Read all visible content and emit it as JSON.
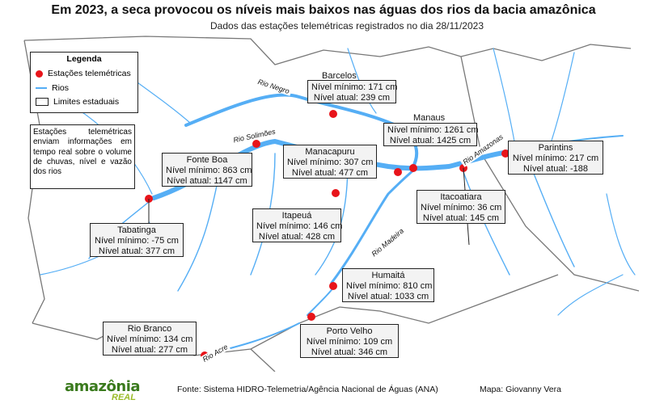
{
  "title": "Em 2023, a seca provocou os níveis mais baixos nas águas dos rios da bacia amazônica",
  "subtitle": "Dados das estações telemétricas registrados no dia 28/11/2023",
  "legend": {
    "title": "Legenda",
    "items": [
      {
        "icon": "red-dot",
        "label": "Estações telemétricas"
      },
      {
        "icon": "river-line",
        "label": "Rios"
      },
      {
        "icon": "boundary-box",
        "label": "Limites estaduais"
      }
    ]
  },
  "info_text": "Estações telemétricas enviam informações em tempo real sobre o volume de chuvas, nível e vazão dos rios",
  "rivers": [
    "Rio Negro",
    "Rio Solimões",
    "Rio Amazonas",
    "Rio Madeira",
    "Rio Acre"
  ],
  "stations": [
    {
      "name": "Barcelos",
      "min": "Nível mínimo: 171 cm",
      "atual": "Nível atual: 239 cm"
    },
    {
      "name": "Manaus",
      "min": "Nível mínimo: 1261 cm",
      "atual": "Nível atual: 1425 cm"
    },
    {
      "name": "Parintins",
      "min": "Nível mínimo: 217 cm",
      "atual": "Nível atual: -188"
    },
    {
      "name": "Manacapuru",
      "min": "Nível mínimo: 307 cm",
      "atual": "Nível atual: 477 cm"
    },
    {
      "name": "Fonte Boa",
      "min": "Nível mínimo: 863 cm",
      "atual": "Nível atual: 1147 cm"
    },
    {
      "name": "Itacoatiara",
      "min": "Nível mínimo: 36 cm",
      "atual": "Nível atual: 145 cm"
    },
    {
      "name": "Itapeuá",
      "min": "Nível mínimo: 146 cm",
      "atual": "Nível atual: 428 cm"
    },
    {
      "name": "Tabatinga",
      "min": "Nível mínimo: -75 cm",
      "atual": "Nível atual: 377 cm"
    },
    {
      "name": "Humaitá",
      "min": "Nível mínimo: 810 cm",
      "atual": "Nível atual: 1033 cm"
    },
    {
      "name": "Porto Velho",
      "min": "Nível mínimo: 109 cm",
      "atual": "Nível atual: 346 cm"
    },
    {
      "name": "Rio Branco",
      "min": "Nível mínimo: 134 cm",
      "atual": "Nível atual: 277 cm"
    }
  ],
  "footer": {
    "source": "Fonte: Sistema HIDRO-Telemetria/Agência Nacional de Águas (ANA)",
    "map_credit": "Mapa: Giovanny Vera",
    "logo_main": "amazônia",
    "logo_sub": "REAL"
  },
  "colors": {
    "river": "#55aef5",
    "station": "#e8141a",
    "boundary": "#777777"
  }
}
